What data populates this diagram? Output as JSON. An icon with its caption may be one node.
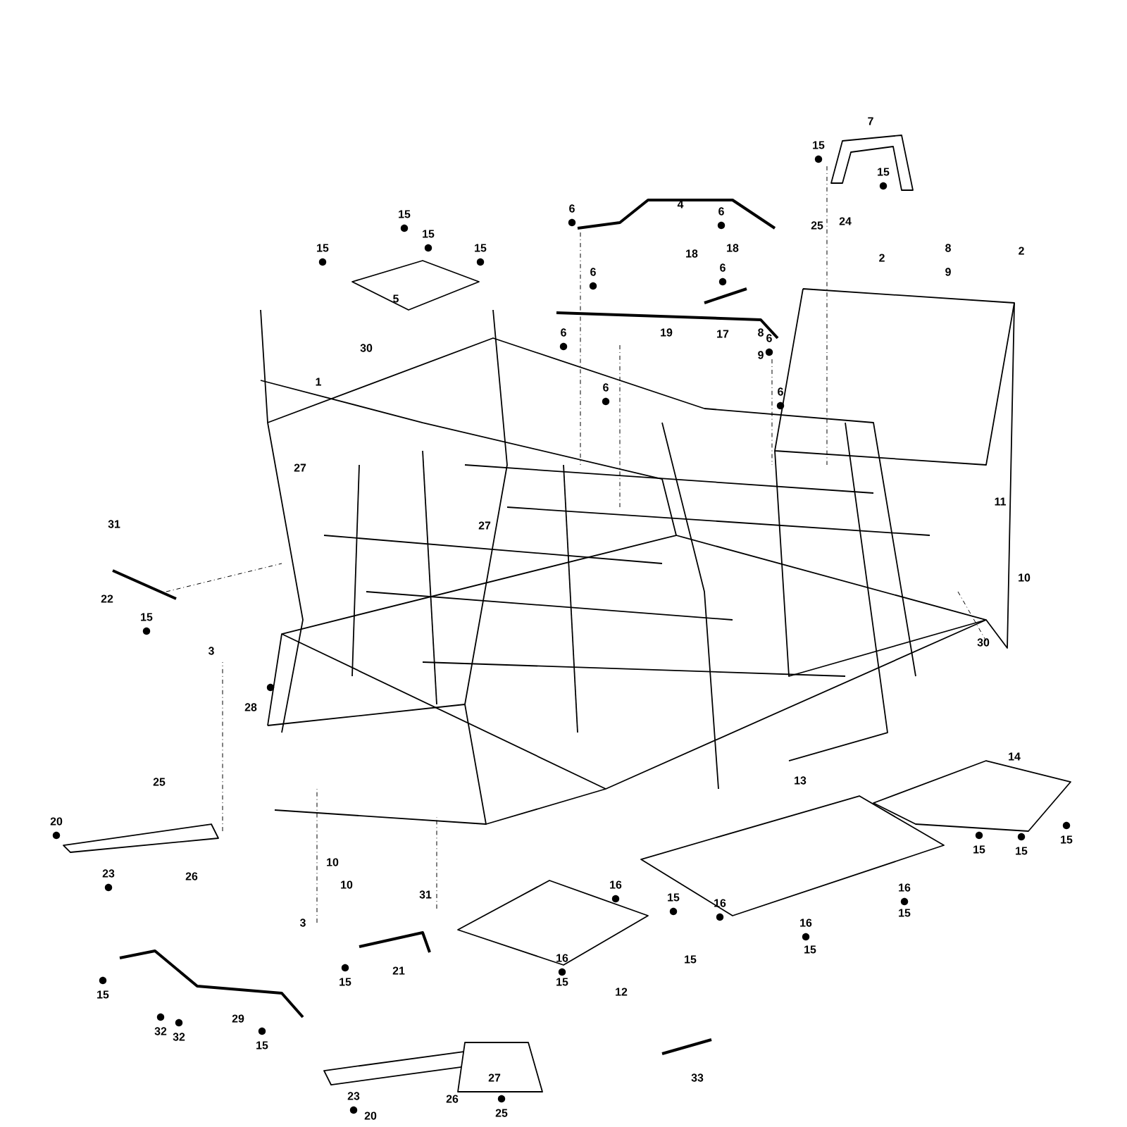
{
  "diagram": {
    "labels": [
      "7",
      "15",
      "15",
      "4",
      "6",
      "6",
      "15",
      "25",
      "24",
      "15",
      "15",
      "15",
      "8",
      "2",
      "18",
      "18",
      "2",
      "6",
      "6",
      "9",
      "5",
      "19",
      "6",
      "17",
      "8",
      "6",
      "30",
      "9",
      "1",
      "6",
      "6",
      "27",
      "11",
      "27",
      "31",
      "10",
      "22",
      "15",
      "30",
      "3",
      "28",
      "14",
      "13",
      "25",
      "20",
      "15",
      "15",
      "15",
      "10",
      "23",
      "26",
      "16",
      "16",
      "31",
      "15",
      "16",
      "10",
      "15",
      "3",
      "16",
      "15",
      "16",
      "15",
      "21",
      "15",
      "15",
      "12",
      "15",
      "29",
      "32",
      "32",
      "15",
      "27",
      "33",
      "23",
      "26",
      "25",
      "20"
    ]
  }
}
